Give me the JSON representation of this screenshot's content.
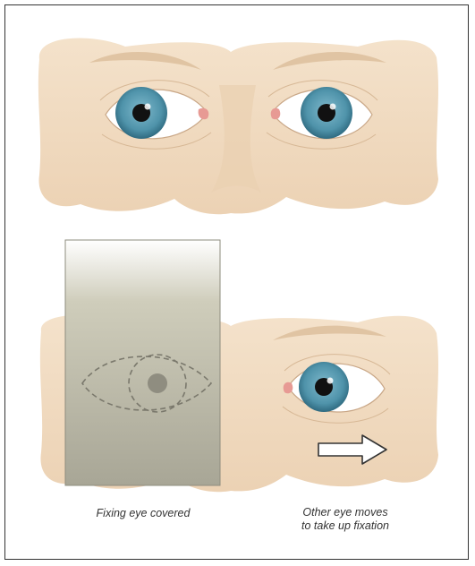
{
  "captions": {
    "left": "Fixing eye covered",
    "right_line1": "Other eye moves",
    "right_line2": "to take up fixation"
  },
  "colors": {
    "skin": "#f1dcc2",
    "skin_shadow": "#e2c4a0",
    "iris": "#4f93aa",
    "iris_dark": "#2f6a80",
    "pupil": "#111111",
    "cover_top": "#ffffff",
    "cover_mid": "#c7c5b2",
    "cover_bottom": "#aaa898",
    "frame": "#333333"
  },
  "icons": {
    "arrow": "right-arrow-icon"
  }
}
